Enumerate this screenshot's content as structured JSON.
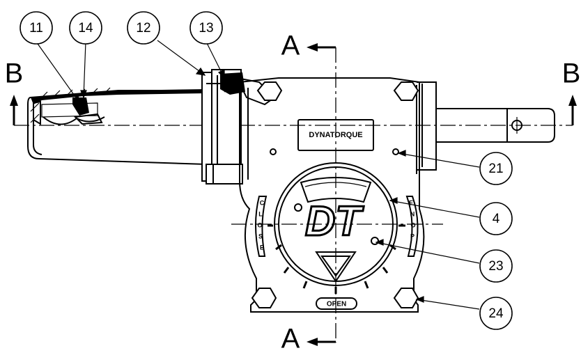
{
  "section_labels": {
    "a_top": "A",
    "a_bottom": "A",
    "b_left": "B",
    "b_right": "B"
  },
  "nameplate": "DYNATORQUE",
  "logo": "DT",
  "open_label": "OPEN",
  "scale_left": [
    "C",
    "L",
    "O",
    "S",
    "E"
  ],
  "scale_right": [
    "E",
    "N",
    "O",
    "P"
  ],
  "callouts": {
    "c11": "11",
    "c14": "14",
    "c12": "12",
    "c13": "13",
    "c21": "21",
    "c4": "4",
    "c23": "23",
    "c24": "24"
  }
}
